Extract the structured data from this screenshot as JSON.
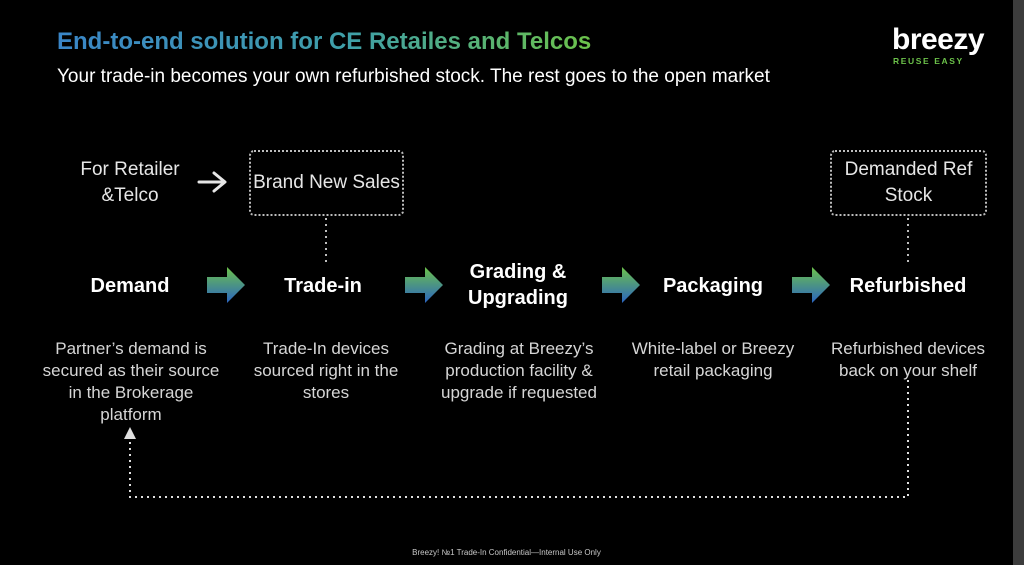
{
  "title": "End-to-end solution for CE Retailes and Telcos",
  "subtitle": "Your trade-in becomes your own refurbished stock. The rest goes to the open market",
  "logo": {
    "word": "breezy",
    "tagline": "REUSE EASY"
  },
  "context": {
    "label": "For Retailer &Telco",
    "arrow_icon": "arrow-right-icon"
  },
  "callouts": {
    "brand_new_sales": "Brand New Sales",
    "demanded_ref_stock": "Demanded Ref Stock"
  },
  "stages": [
    {
      "title": "Demand",
      "description": "Partner’s demand is secured as their source in the Brokerage platform"
    },
    {
      "title": "Trade-in",
      "description": "Trade-In devices sourced right in the stores"
    },
    {
      "title": "Grading & Upgrading",
      "description": "Grading at Breezy’s production facility & upgrade if requested"
    },
    {
      "title": "Packaging",
      "description": "White-label or Breezy retail packaging"
    },
    {
      "title": "Refurbished",
      "description": "Refurbished devices back on your shelf"
    }
  ],
  "colors": {
    "title_start": "#3a86c8",
    "title_end": "#6cc24a",
    "arrow_start": "#6cc24a",
    "arrow_end": "#2b64c0",
    "background": "#000000"
  },
  "footer": "Breezy! №1 Trade-In Confidential—Internal Use Only"
}
